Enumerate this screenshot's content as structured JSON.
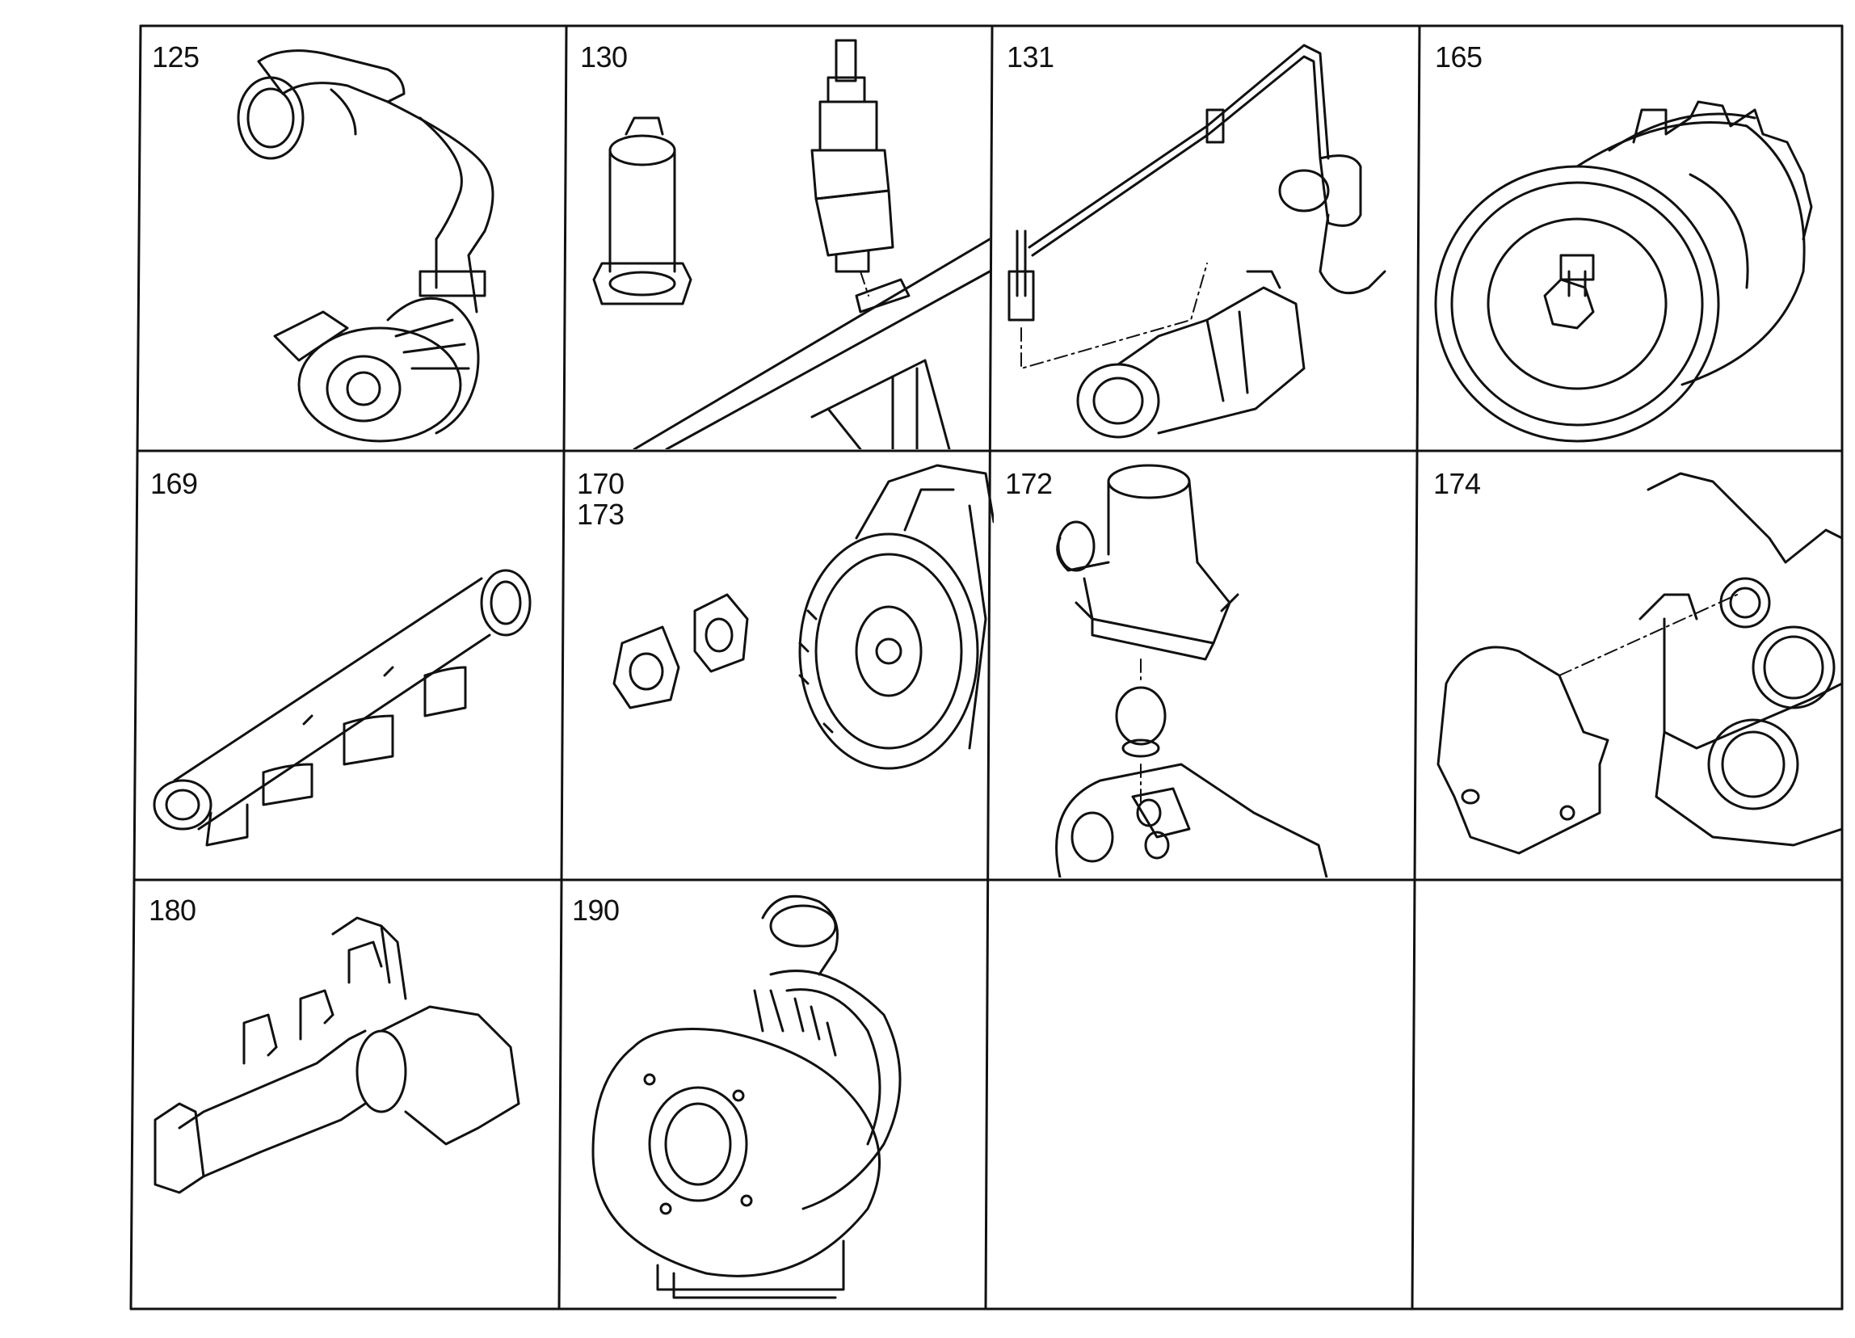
{
  "cells": [
    {
      "id": "125",
      "lines": [
        "125"
      ],
      "part": "coolant-hose-pump-icon"
    },
    {
      "id": "130",
      "lines": [
        "130"
      ],
      "part": "sensor-and-spark-plug-icon"
    },
    {
      "id": "131",
      "lines": [
        "131"
      ],
      "part": "fuel-line-valve-icon"
    },
    {
      "id": "165",
      "lines": [
        "165"
      ],
      "part": "fan-clutch-icon"
    },
    {
      "id": "169",
      "lines": [
        "169"
      ],
      "part": "intake-manifold-icon"
    },
    {
      "id": "170",
      "lines": [
        "170",
        "173"
      ],
      "part": "gaskets-and-flywheel-icon"
    },
    {
      "id": "172",
      "lines": [
        "172"
      ],
      "part": "thermostat-housing-icon"
    },
    {
      "id": "174",
      "lines": [
        "174"
      ],
      "part": "timing-cover-icon"
    },
    {
      "id": "180",
      "lines": [
        "180"
      ],
      "part": "exhaust-manifold-icon"
    },
    {
      "id": "190",
      "lines": [
        "190"
      ],
      "part": "turbocharger-icon"
    },
    {
      "id": "empty-1",
      "lines": [],
      "part": ""
    },
    {
      "id": "empty-2",
      "lines": [],
      "part": ""
    }
  ]
}
